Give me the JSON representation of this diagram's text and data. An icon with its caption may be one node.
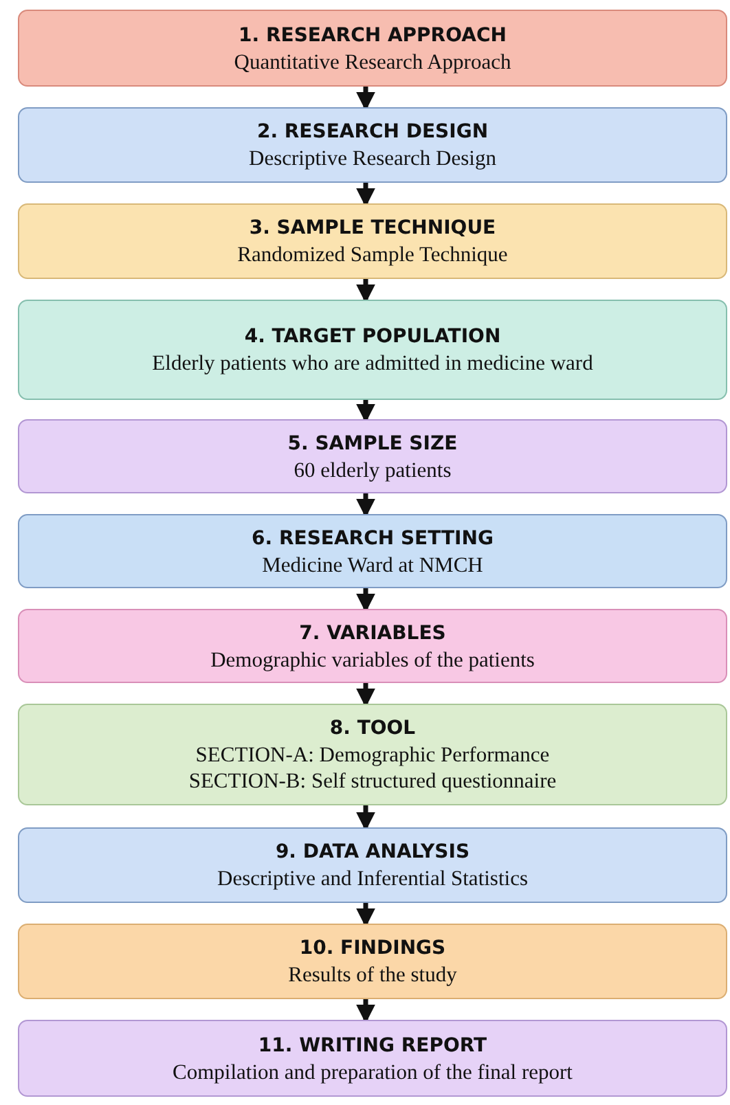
{
  "diagram": {
    "nodes": [
      {
        "text": [
          "1. RESEARCH APPROACH",
          "Quantitative Research Approach"
        ]
      },
      {
        "text": [
          "2. RESEARCH DESIGN",
          "Descriptive Research Design"
        ]
      },
      {
        "text": [
          "3. SAMPLE TECHNIQUE",
          "Randomized Sample Technique"
        ]
      },
      {
        "text": [
          "4. TARGET POPULATION",
          "Elderly patients who are admitted in medicine ward"
        ]
      },
      {
        "text": [
          "5. SAMPLE SIZE",
          "60 elderly patients"
        ]
      },
      {
        "text": [
          "6. RESEARCH SETTING",
          "Medicine Ward at NMCH"
        ]
      },
      {
        "text": [
          "7. VARIABLES",
          "Demographic variables of the patients"
        ]
      },
      {
        "text": [
          "8. TOOL",
          "SECTION-A: Demographic Performance",
          "SECTION-B: Self structured questionnaire"
        ]
      },
      {
        "text": [
          "9. DATA ANALYSIS",
          "Descriptive and Inferential Statistics"
        ]
      },
      {
        "text": [
          "10. FINDINGS",
          "Results of the study"
        ]
      },
      {
        "text": [
          "11. WRITING REPORT",
          "Compilation and preparation of the final report"
        ]
      }
    ],
    "edges": [
      {
        "from": 0,
        "to": 1,
        "arrow": "to"
      },
      {
        "from": 1,
        "to": 2,
        "arrow": "to"
      },
      {
        "from": 2,
        "to": 3,
        "arrow": "to"
      },
      {
        "from": 3,
        "to": 4,
        "arrow": "to"
      },
      {
        "from": 4,
        "to": 5,
        "arrow": "to"
      },
      {
        "from": 5,
        "to": 6,
        "arrow": "to"
      },
      {
        "from": 6,
        "to": 7,
        "arrow": "to"
      },
      {
        "from": 7,
        "to": 8,
        "arrow": "to"
      },
      {
        "from": 8,
        "to": 9,
        "arrow": "to"
      },
      {
        "from": 9,
        "to": 10,
        "arrow": "to"
      }
    ]
  }
}
